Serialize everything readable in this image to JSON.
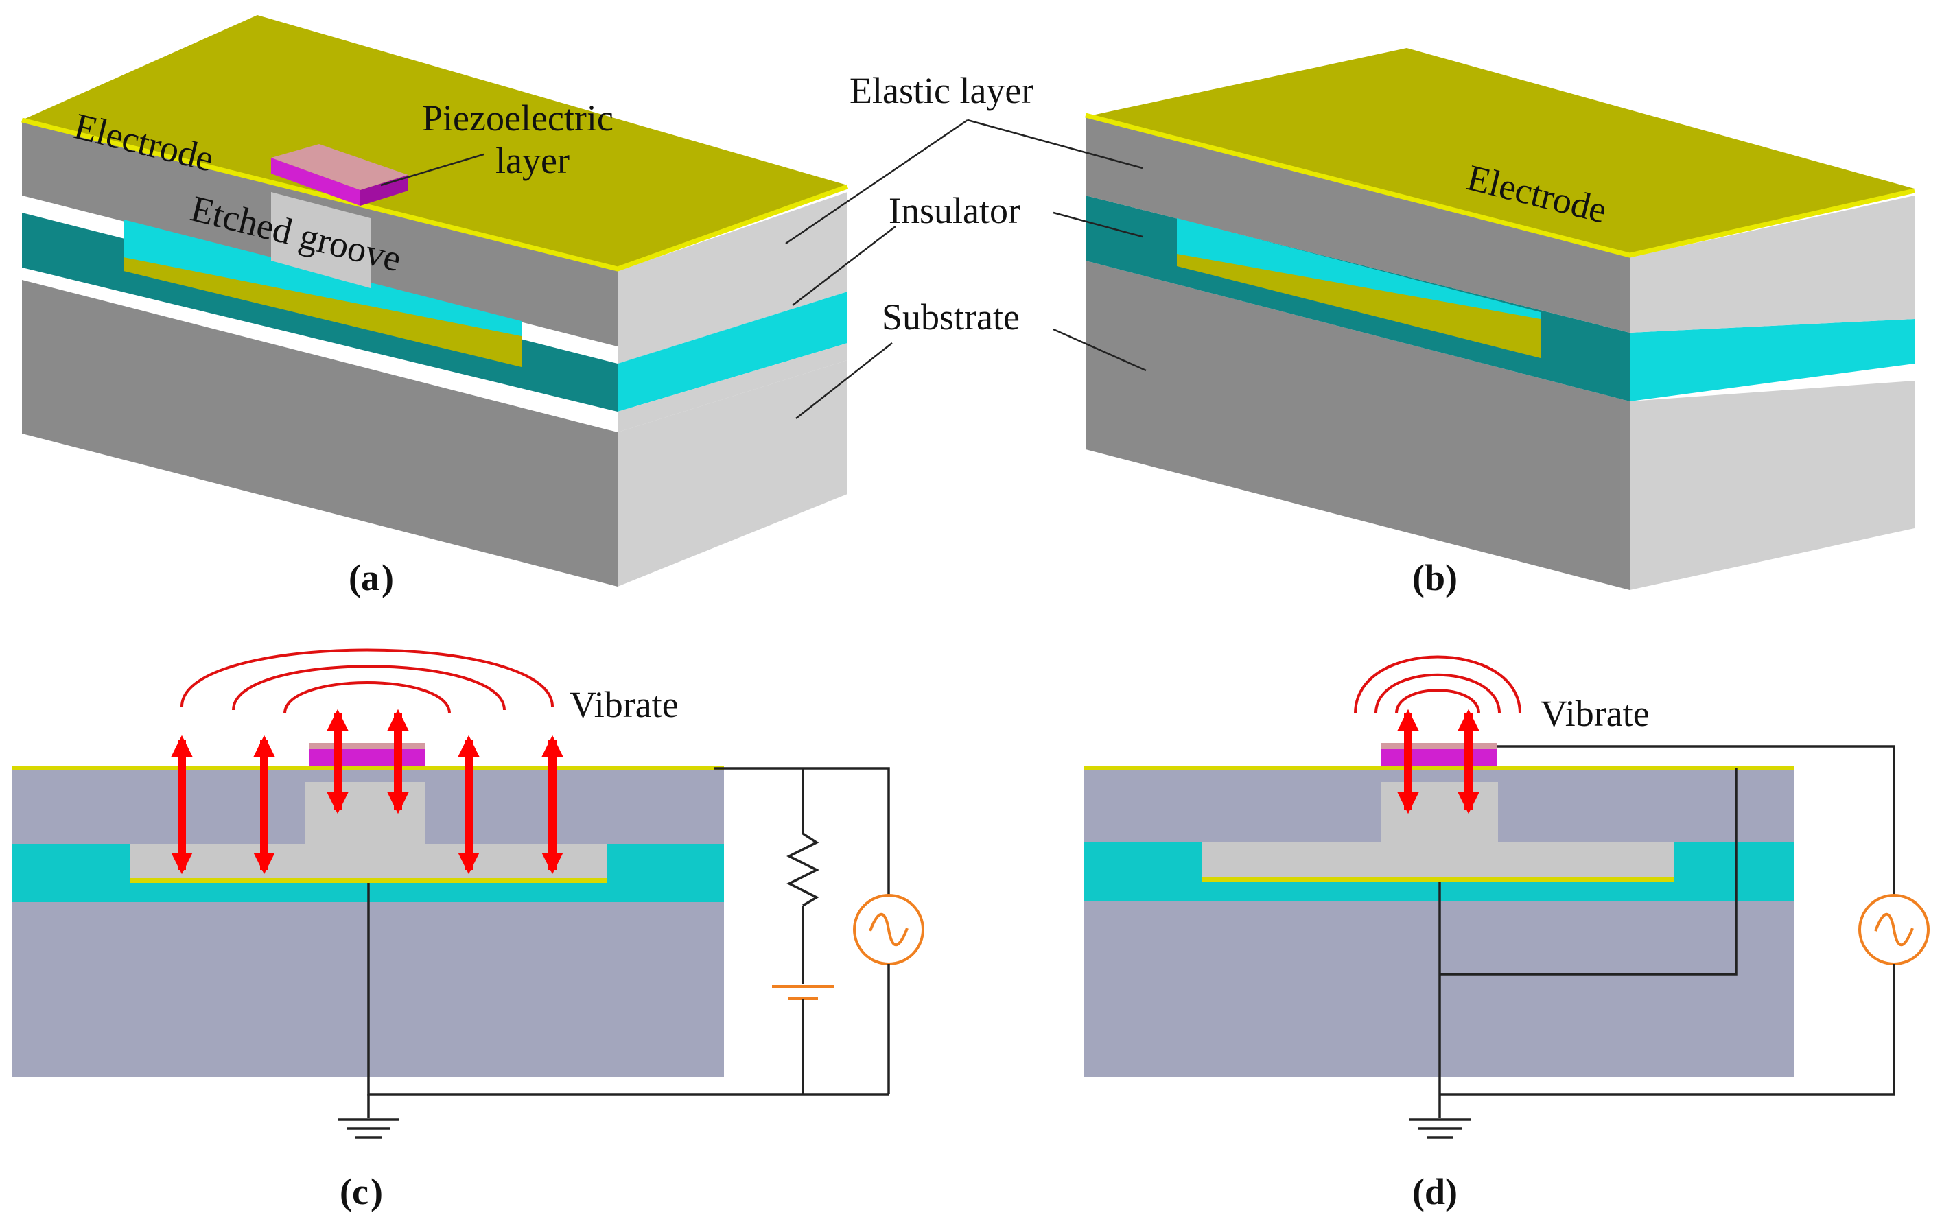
{
  "panels": {
    "a": {
      "caption": "a",
      "labels": {
        "electrode": "Electrode",
        "piezo_line1": "Piezoelectric",
        "piezo_line2": "layer",
        "etched_groove": "Etched groove"
      }
    },
    "b": {
      "caption": "b",
      "labels": {
        "electrode": "Electrode"
      }
    },
    "shared_labels": {
      "elastic_layer": "Elastic layer",
      "insulator": "Insulator",
      "substrate": "Substrate"
    },
    "c": {
      "caption": "c",
      "vibrate": "Vibrate"
    },
    "d": {
      "caption": "d",
      "vibrate": "Vibrate"
    }
  },
  "colors": {
    "electrode": "#b5b300",
    "electrode_edge": "#e8e800",
    "elastic_front": "#8a8a8a",
    "side_light": "#d0d0d0",
    "insulator_front": "#108585",
    "insulator_side": "#10d8dc",
    "piezo_top": "#d49aa0",
    "piezo_side": "#d020d0",
    "section_body": "#a3a6bd",
    "section_cavity": "#c8c8c8",
    "section_insulator": "#10c8c8",
    "arrow": "#ff0000",
    "source": "#f08020"
  },
  "icons": [
    "ground-icon",
    "resistor-icon",
    "battery-icon",
    "ac-source-icon",
    "double-arrow-icon"
  ]
}
